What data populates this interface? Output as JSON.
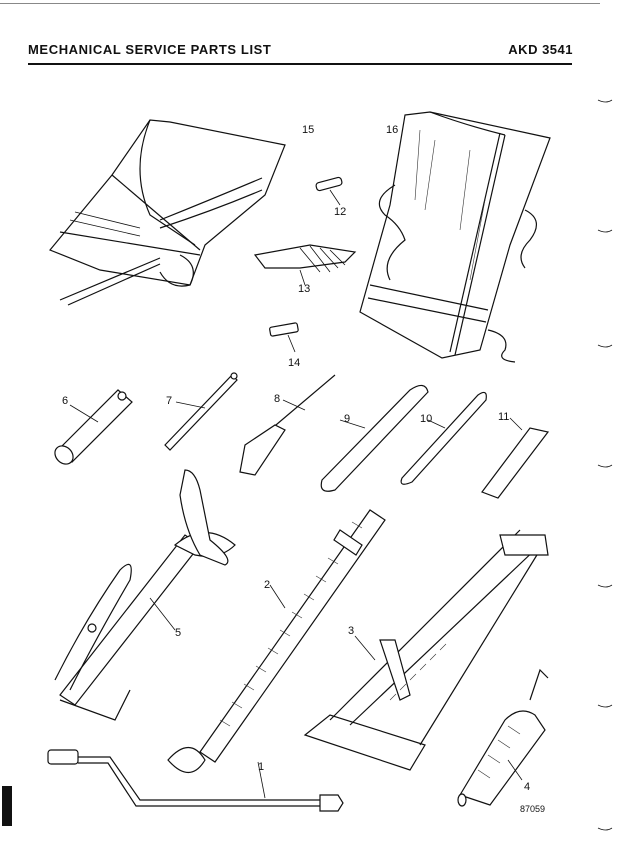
{
  "header": {
    "title": "MECHANICAL SERVICE PARTS LIST",
    "code": "AKD 3541"
  },
  "callouts": [
    "1",
    "2",
    "3",
    "4",
    "5",
    "6",
    "7",
    "8",
    "9",
    "10",
    "11",
    "12",
    "13",
    "14",
    "15",
    "16"
  ],
  "reference": "87059"
}
